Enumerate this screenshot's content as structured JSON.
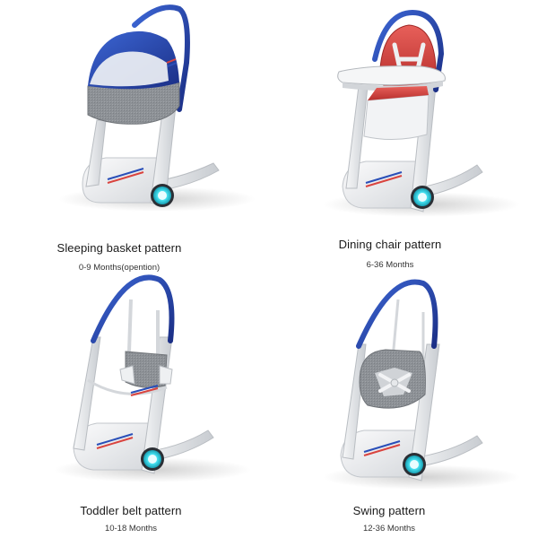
{
  "patterns": [
    {
      "title": "Sleeping basket pattern",
      "subtitle": "0-9 Months(opention)"
    },
    {
      "title": "Dining chair pattern",
      "subtitle": "6-36 Months"
    },
    {
      "title": "Toddler belt pattern",
      "subtitle": "10-18 Months"
    },
    {
      "title": "Swing pattern",
      "subtitle": "12-36 Months"
    }
  ],
  "colors": {
    "frame_blue": "#1f3f9e",
    "body_white": "#eef0f2",
    "fabric_grey": "#8a8e93",
    "seat_red": "#d9443f",
    "light_cyan": "#36d6e8"
  }
}
